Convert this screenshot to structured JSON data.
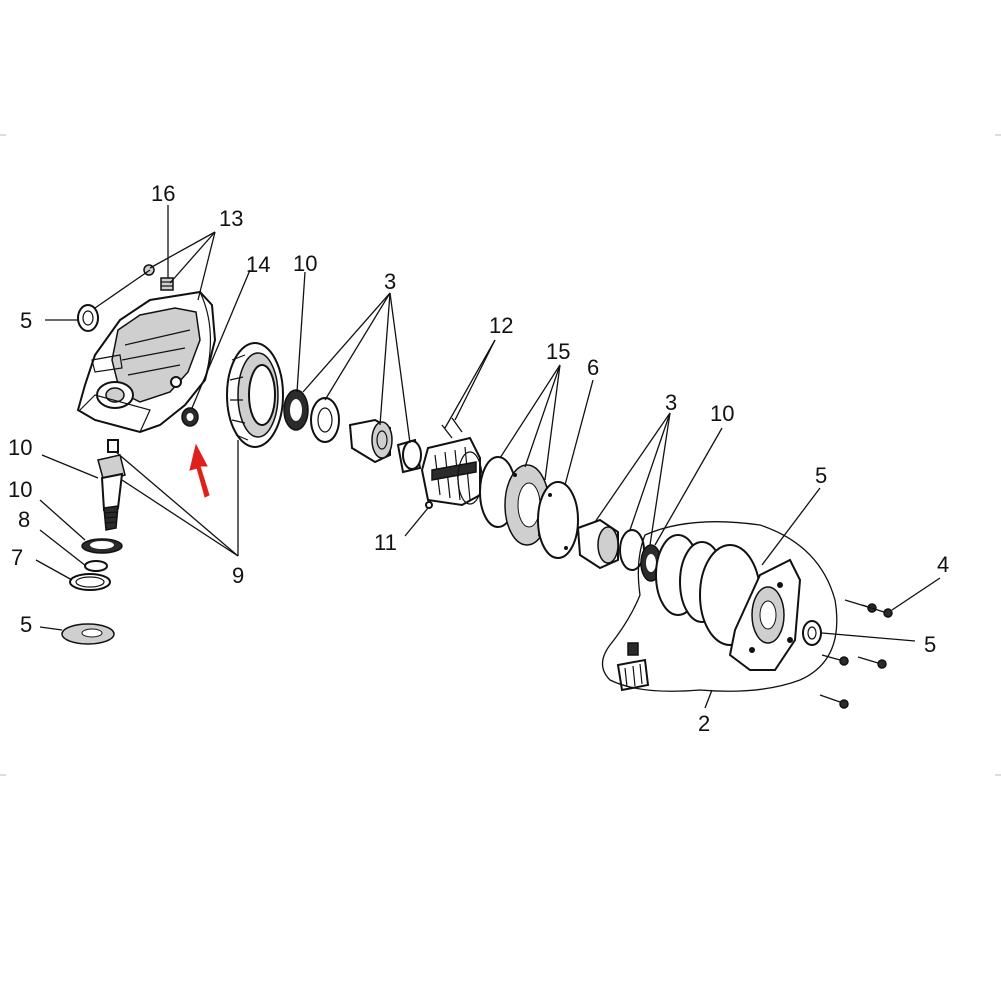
{
  "callouts": {
    "c16": "16",
    "c13": "13",
    "c14": "14",
    "c10_bearing": "10",
    "c3_top": "3",
    "c12": "12",
    "c15": "15",
    "c6": "6",
    "c3_right": "3",
    "c10_right": "10",
    "c5_left": "5",
    "c10_pinion": "10",
    "c10_seal": "10",
    "c8": "8",
    "c7": "7",
    "c5_bottom": "5",
    "c9": "9",
    "c11": "11",
    "c5_cover": "5",
    "c4": "4",
    "c5_right": "5",
    "c2": "2"
  },
  "colors": {
    "line": "#111111",
    "highlight_arrow": "#e0201b",
    "background": "#ffffff"
  }
}
